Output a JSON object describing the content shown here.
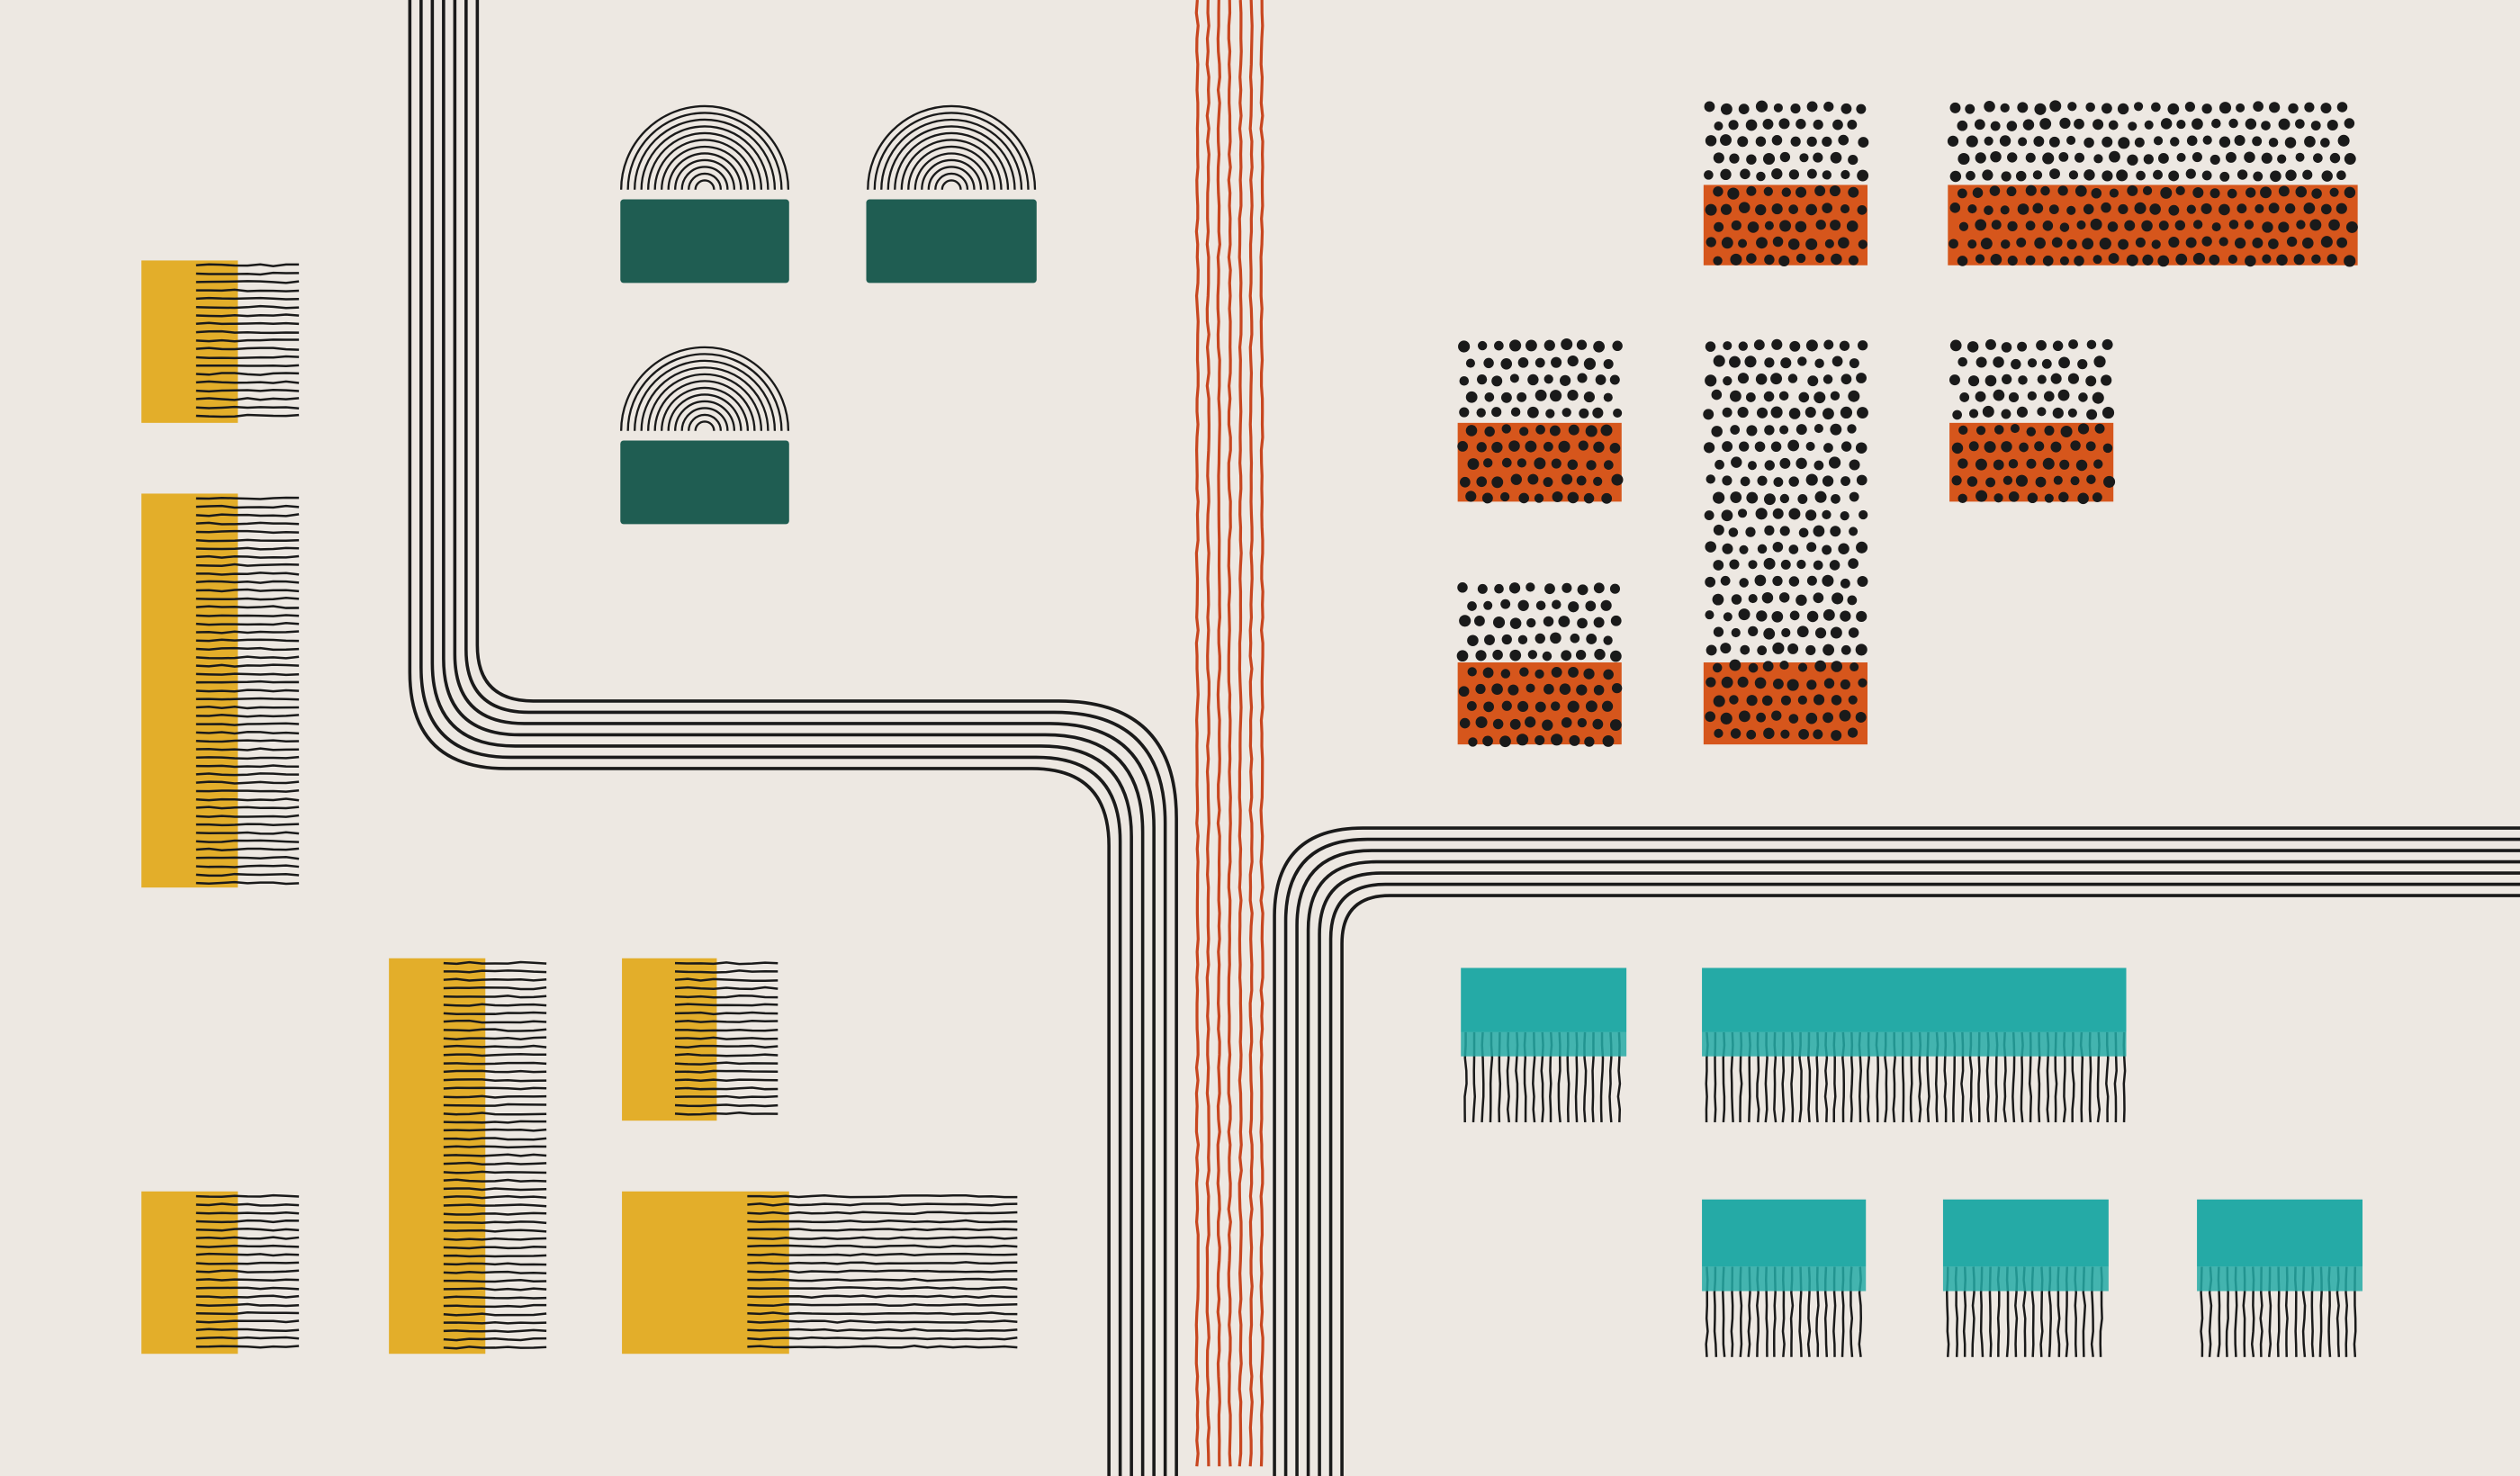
{
  "artwork": {
    "colors": {
      "background": "#ede8e2",
      "ink": "#1a1a1a",
      "mustard": "#e3ae2a",
      "dark_teal": "#1f5d52",
      "burnt_orange": "#d6561c",
      "turquoise": "#25aaa6",
      "red_line": "#c8461f"
    },
    "motifs": [
      "yellow-fringe-block",
      "rainbow-arch-block",
      "dotted-orange-block",
      "turquoise-fringe-block",
      "line-bundle"
    ]
  }
}
